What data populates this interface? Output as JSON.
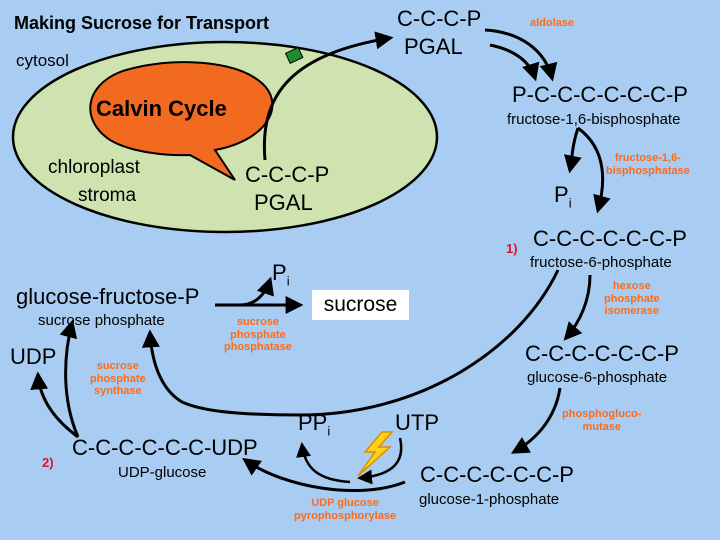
{
  "title": "Making Sucrose for Transport",
  "regions": {
    "cytosol": "cytosol",
    "stroma_line1": "chloroplast",
    "stroma_line2": "stroma"
  },
  "calvin_cycle": "Calvin Cycle",
  "stroma_pgal": {
    "formula": "C-C-C-P",
    "name": "PGAL"
  },
  "pgal": {
    "formula": "C-C-C-P",
    "name": "PGAL"
  },
  "fructose_bisphosphate": {
    "formula": "P-C-C-C-C-C-C-P",
    "name": "fructose-1,6-bisphosphate"
  },
  "fructose_6_phosphate": {
    "formula": "C-C-C-C-C-C-P",
    "name": "fructose-6-phosphate"
  },
  "glucose_6_phosphate": {
    "formula": "C-C-C-C-C-C-P",
    "name": "glucose-6-phosphate"
  },
  "glucose_1_phosphate": {
    "formula": "C-C-C-C-C-C-P",
    "name": "glucose-1-phosphate"
  },
  "udp_glucose": {
    "formula": "C-C-C-C-C-C-UDP",
    "name": "UDP-glucose"
  },
  "sucrose_phosphate": {
    "formula": "glucose-fructose-P",
    "name": "sucrose phosphate"
  },
  "sucrose": "sucrose",
  "side_molecules": {
    "pi_1": "P",
    "pi_1_sub": "i",
    "pi_2": "P",
    "pi_2_sub": "i",
    "ppi": "PP",
    "ppi_sub": "i",
    "utp": "UTP",
    "udp": "UDP"
  },
  "enzymes": {
    "aldolase": "aldolase",
    "fbpase": "fructose-1,6-\nbisphosphatase",
    "isomerase": "hexose\nphosphate\nisomerase",
    "mutase": "phosphogluco-\nmutase",
    "pyrophosphorylase": "UDP glucose\npyrophosphorylase",
    "synthase": "sucrose\nphosphate\nsynthase",
    "phosphatase": "sucrose\nphosphate\nphosphatase"
  },
  "step_numbers": {
    "one": "1)",
    "two": "2)"
  },
  "colors": {
    "background": "#a9cdf2",
    "chloroplast_fill": "#cfe3b0",
    "calvin_fill": "#f26a1f",
    "enzyme_text": "#ff6a1a",
    "step_number": "#e0102a",
    "transporter": "#1f8a2e"
  }
}
